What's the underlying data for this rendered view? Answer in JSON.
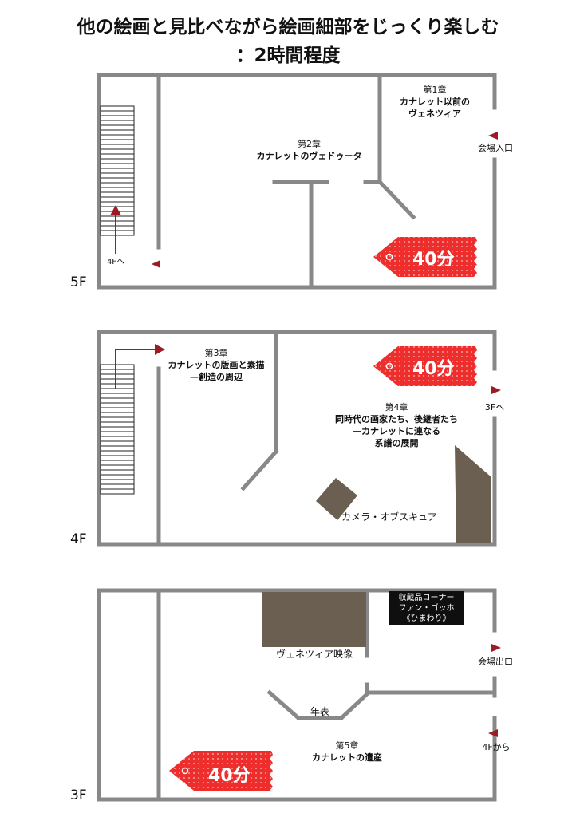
{
  "title": {
    "line1": "他の絵画と見比べながら絵画細部をじっくり楽しむ",
    "line2": "：2時間程度"
  },
  "floors": {
    "f5": {
      "label": "5F",
      "ch1_title": "第1章",
      "ch1_name1": "カナレット以前の",
      "ch1_name2": "ヴェネツィア",
      "ch2_title": "第2章",
      "ch2_name": "カナレットのヴェドゥータ",
      "entrance": "会場入口",
      "to_4f": "4Fへ",
      "time": "40分"
    },
    "f4": {
      "label": "4F",
      "ch3_title": "第3章",
      "ch3_name1": "カナレットの版画と素描",
      "ch3_name2": "—創造の周辺",
      "ch4_title": "第4章",
      "ch4_name1": "同時代の画家たち、後継者たち",
      "ch4_name2": "—カナレットに連なる",
      "ch4_name3": "系譜の展開",
      "camera": "カメラ・オブスキュア",
      "to_3f": "3Fへ",
      "time": "40分"
    },
    "f3": {
      "label": "3F",
      "collection1": "収蔵品コーナー",
      "collection2": "ファン・ゴッホ",
      "collection3": "《ひまわり》",
      "video": "ヴェネツィア映像",
      "timeline": "年表",
      "ch5_title": "第5章",
      "ch5_name": "カナレットの遺産",
      "exit": "会場出口",
      "from_4f": "4Fから",
      "time": "40分"
    }
  },
  "colors": {
    "wall": "#888888",
    "badge": "#ee2d2d",
    "arrow": "#9b1c24",
    "exhibit": "#6b5f52"
  }
}
